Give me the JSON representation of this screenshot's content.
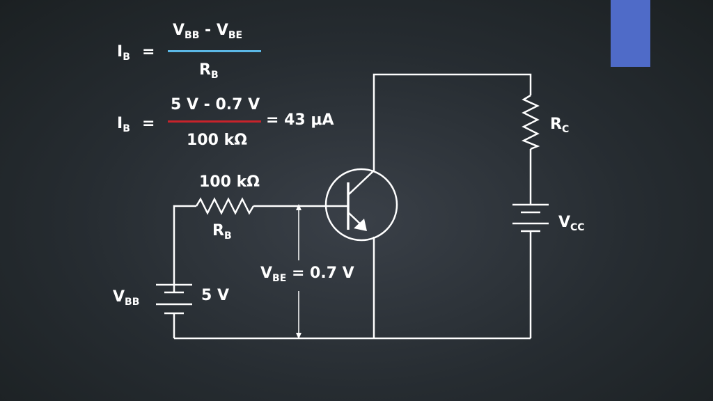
{
  "colors": {
    "accent_block": "#4f6bc8",
    "fraction_line_1": "#5bb8e6",
    "fraction_line_2": "#c8232b",
    "wire": "#ffffff"
  },
  "formula1": {
    "lhs_main": "I",
    "lhs_sub": "B",
    "equals": "=",
    "num_a": "V",
    "num_a_sub": "BB",
    "num_op": "-",
    "num_b": "V",
    "num_b_sub": "BE",
    "den_main": "R",
    "den_sub": "B"
  },
  "formula2": {
    "lhs_main": "I",
    "lhs_sub": "B",
    "equals": "=",
    "numerator": "5 V - 0.7 V",
    "denominator": "100 kΩ",
    "result": "= 43 μA"
  },
  "circuit": {
    "rb_value": "100 kΩ",
    "rb_label": "R",
    "rb_label_sub": "B",
    "vbb_label": "V",
    "vbb_label_sub": "BB",
    "vbb_value": "5 V",
    "vbe_label": "V",
    "vbe_label_sub": "BE",
    "vbe_value": "= 0.7 V",
    "rc_label": "R",
    "rc_label_sub": "C",
    "vcc_label": "V",
    "vcc_label_sub": "CC"
  }
}
